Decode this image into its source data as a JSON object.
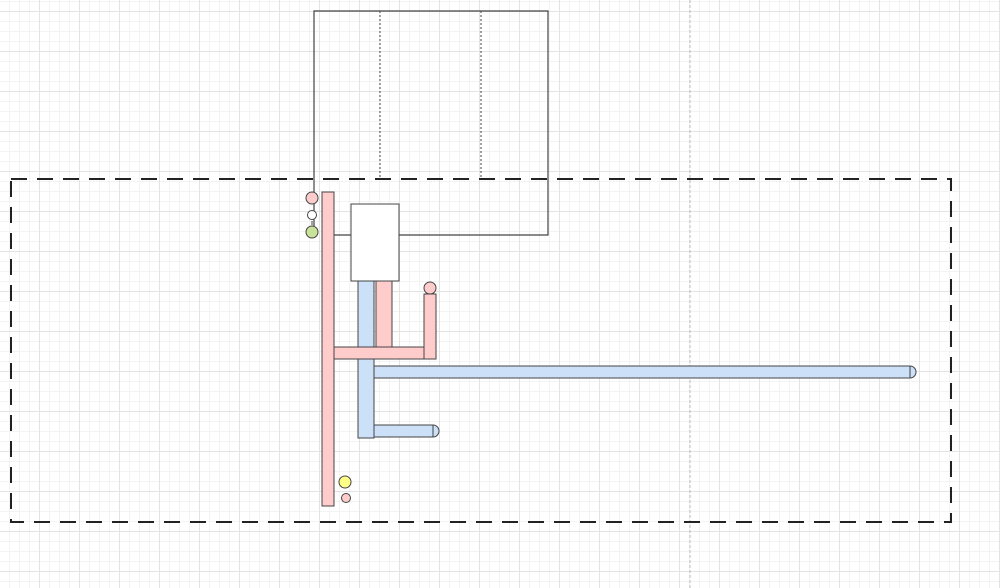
{
  "diagram": {
    "colors": {
      "pink_fill": "#ffcccc",
      "blue_fill": "#cce0f8",
      "green_fill": "#c9e29a",
      "yellow_fill": "#ffff88",
      "white_fill": "#ffffff",
      "stroke": "#444444",
      "boundary_stroke": "#222222",
      "guide_stroke": "#bbbbbb"
    },
    "shapes": [
      "dashed-boundary",
      "top-frame",
      "white-box",
      "pink-vertical-main",
      "pink-horizontal",
      "pink-short-vertical",
      "pink-right-vertical",
      "blue-vertical",
      "blue-long-horizontal",
      "blue-short-horizontal",
      "pink-circle-top",
      "white-circle",
      "green-circle",
      "pink-circle-right",
      "yellow-circle",
      "pink-circle-small"
    ]
  }
}
